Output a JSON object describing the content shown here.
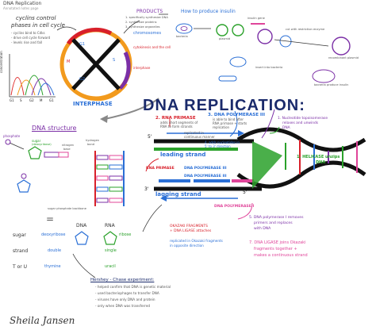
{
  "doc": {
    "title": "DNA Replication",
    "subtitle": "Annotated notes page"
  },
  "cyclin": {
    "l1": "cyclins control",
    "l2": "phases in cell cycle",
    "note1": "- cyclins bind to Cdks",
    "note2": "- drive cell cycle forward",
    "note3": "- levels rise and fall",
    "ylabel": "concentration",
    "x1": "G1",
    "x2": "S",
    "x3": "G2",
    "x4": "M",
    "x5": "G1"
  },
  "products": {
    "title": "PRODUCTS",
    "l1": "1. specifically synthesize DNA",
    "l2": "2. synthesize proteins",
    "l3": "3. synthesize organelles",
    "chromosomes": "chromosomes",
    "cyto": "cytokinesis and the cell",
    "inter": "interphase"
  },
  "plasmid": {
    "title": "How to produce insulin",
    "bacteria": "bacteria",
    "plasmid": "plasmid",
    "insulin": "insulin gene",
    "cut": "cut with restriction enzyme",
    "recomb": "recombinant plasmid",
    "insert": "insert into bacteria",
    "produce": "bacteria produce insulin"
  },
  "cycle": {
    "label": "INTERPHASE",
    "g1": "G1",
    "s": "S",
    "g2": "G2",
    "m": "M"
  },
  "main": {
    "title": "DNA REPLICATION:",
    "primase_title": "2. RNA PRIMASE",
    "primase_l1": "adds short segments of",
    "primase_l2": "RNA to form strands",
    "pol_title": "3. DNA POLYMERASE III",
    "pol_l1": "is able to bind after",
    "pol_l2": "RNA primase + starts",
    "pol_l3": "replication",
    "topo_l1": "1. Nucleotide topoisomerase",
    "topo_l2": "relaxes and unwinds",
    "topo_l3": "DNA",
    "cont1": "replicated in",
    "cont2": "continuous manner",
    "adds1": "4. adds nucleotides in",
    "adds2": "5' to 3' direction",
    "leading": "leading strand",
    "lagging": "lagging strand",
    "helicase1": "1. HELICASE unzips",
    "helicase2": "DNA",
    "rna_primase": "RNA PRIMASE",
    "dna_pol3": "DNA POLYMERASE III",
    "dna_pol3b": "DNA POLYMERASE III",
    "dna_pol1": "DNA POLYMERASE I",
    "pol1_l1": "5. DNA polymerase I removes",
    "pol1_l2": "primers and replaces",
    "pol1_l3": "with DNA",
    "okazaki1": "OKAZAKI FRAGMENTS",
    "okazaki2": "+ DNA LIGASE attaches",
    "ligase1": "7. DNA LIGASE joins Okazaki",
    "ligase2": "fragments together +",
    "ligase3": "makes a continuous strand",
    "opp1": "replicated in Okazaki fragments",
    "opp2": "in opposite direction",
    "p5a": "5'",
    "p3a": "3'",
    "p5b": "5'"
  },
  "structure": {
    "title": "DNA structure",
    "phosphate": "phosphate",
    "sugar": "sugar",
    "deoxyribose": "(deoxyribose)",
    "base1": "nitrogen",
    "base2": "base",
    "hbond1": "hydrogen",
    "hbond2": "bond",
    "sugar_phosphate": "sugar phosphate backbone",
    "eq": "="
  },
  "compare": {
    "h1": "DNA",
    "h2": "RNA",
    "r1": "sugar",
    "r1a": "deoxyribose",
    "r1b": "ribose",
    "r2": "strand",
    "r2a": "double",
    "r2b": "single",
    "r3": "T or U",
    "r3a": "thymine",
    "r3b": "uracil"
  },
  "hershey": {
    "title": "Hershey - Chase experiment:",
    "l1": "- helped confirm that DNA is genetic material",
    "l2": "- used bacteriophages to transfer DNA",
    "l3": "- viruses have only DNA and protein",
    "l4": "- only when DNA was transferred",
    "signature": "Sheila Jansen"
  },
  "colors": {
    "orange": "#f29a1d",
    "blue": "#2a6fd6",
    "purple": "#7b2fa6",
    "green": "#2aa12a",
    "red": "#d8202a",
    "pink": "#e0459a",
    "teal": "#1aa6a6"
  },
  "icons": [
    "bacteria-icon",
    "plasmid-icon",
    "cell-cycle-wheel",
    "dna-double-helix",
    "helicase-wedge",
    "nucleotide-pentagon"
  ]
}
